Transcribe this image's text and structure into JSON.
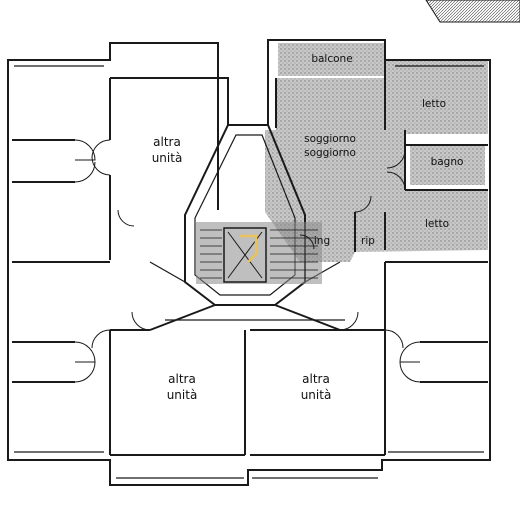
{
  "labels": {
    "upper_left_unit_line1": "altra",
    "upper_left_unit_line2": "unità",
    "lower_left_unit_line1": "altra",
    "lower_left_unit_line2": "unità",
    "lower_right_unit_line1": "altra",
    "lower_right_unit_line2": "unità",
    "balcony": "balcone",
    "living_line1": "soggiorno",
    "living_line2": "soggiorno",
    "bedroom_upper": "letto",
    "bedroom_lower": "letto",
    "bathroom": "bagno",
    "entrance": "ing",
    "closet": "rip"
  },
  "colors": {
    "wall": "#1a1a1a",
    "highlight_fill": "#b9b9b9",
    "stair_overlay": "#8a8a8a",
    "logo_accent": "#e8c25a"
  }
}
